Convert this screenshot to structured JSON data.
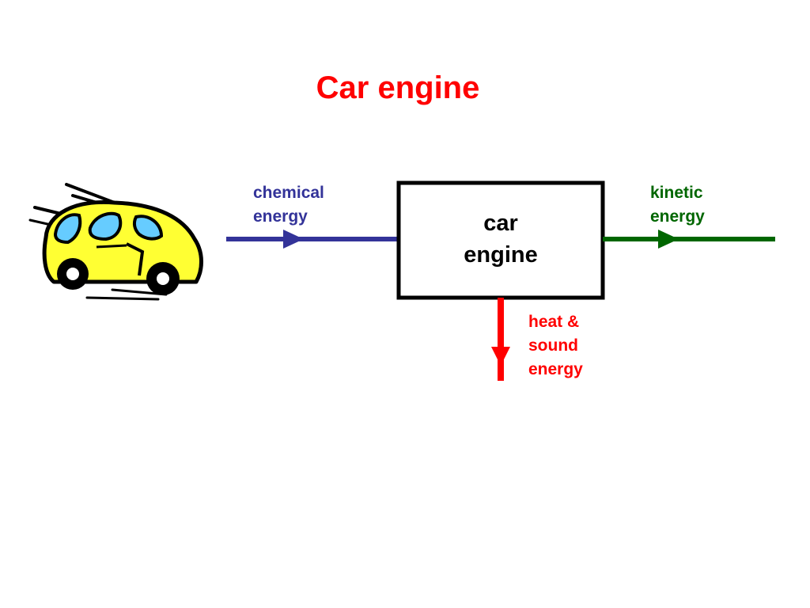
{
  "title": "Car engine",
  "engine_label": [
    "car",
    "engine"
  ],
  "inputs": [
    {
      "label_lines": [
        "chemical",
        "energy"
      ],
      "color": "#333399"
    }
  ],
  "outputs": [
    {
      "label_lines": [
        "kinetic",
        "energy"
      ],
      "color": "#006600"
    },
    {
      "label_lines": [
        "heat &",
        "sound",
        "energy"
      ],
      "color": "#ff0000"
    }
  ],
  "colors": {
    "title": "#ff0000",
    "car_body": "#ffff33",
    "car_windows": "#66ccff",
    "outline": "#000000"
  },
  "icons": [
    "car-icon"
  ]
}
